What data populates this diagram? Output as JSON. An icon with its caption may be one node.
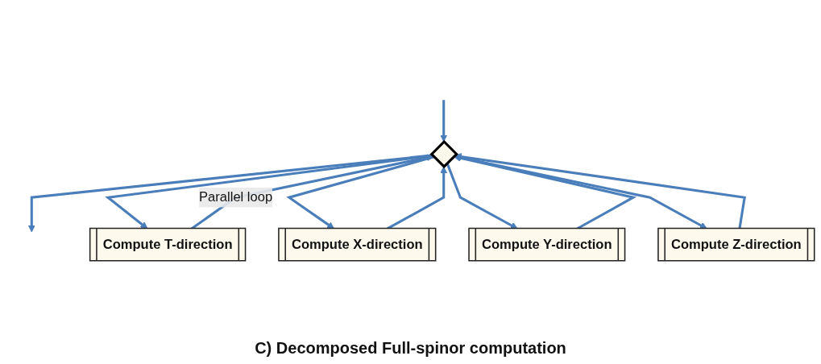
{
  "diagram": {
    "caption": "C) Decomposed Full-spinor computation",
    "nodes": [
      {
        "text": [],
        "shape": "diamond"
      },
      {
        "text": [
          "Compute T-direction"
        ]
      },
      {
        "text": [
          "Compute X-direction"
        ]
      },
      {
        "text": [
          "Compute Y-direction"
        ]
      },
      {
        "text": [
          "Compute Z-direction"
        ]
      }
    ],
    "edges": [
      {
        "from": null,
        "to": 0,
        "arrow": "to"
      },
      {
        "from": 0,
        "to": null,
        "arrow": "to"
      },
      {
        "from": 0,
        "to": 1,
        "arrow": "to"
      },
      {
        "from": 0,
        "to": 2,
        "arrow": "to"
      },
      {
        "from": 0,
        "to": 3,
        "arrow": "to"
      },
      {
        "from": 0,
        "to": 4,
        "arrow": "to"
      },
      {
        "from": 1,
        "to": 0,
        "arrow": "to",
        "label": "Parallel loop"
      },
      {
        "from": 2,
        "to": 0,
        "arrow": "to"
      },
      {
        "from": 3,
        "to": 0,
        "arrow": "to"
      },
      {
        "from": 4,
        "to": 0,
        "arrow": "to"
      }
    ]
  }
}
